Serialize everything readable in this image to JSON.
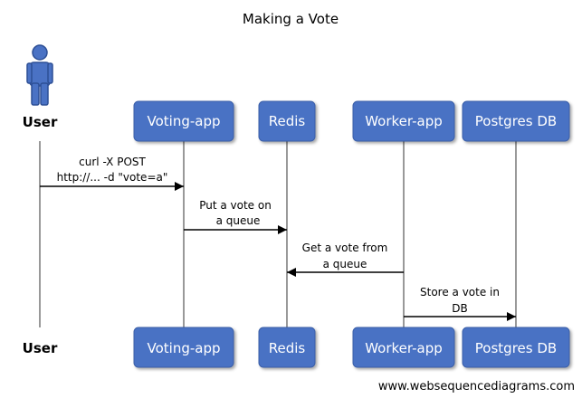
{
  "title": "Making a Vote",
  "participants": [
    {
      "id": "user",
      "label": "User",
      "kind": "actor"
    },
    {
      "id": "voting",
      "label": "Voting-app",
      "kind": "box"
    },
    {
      "id": "redis",
      "label": "Redis",
      "kind": "box"
    },
    {
      "id": "worker",
      "label": "Worker-app",
      "kind": "box"
    },
    {
      "id": "postgres",
      "label": "Postgres DB",
      "kind": "box"
    }
  ],
  "messages": [
    {
      "from": "user",
      "to": "voting",
      "lines": [
        "curl -X POST",
        "http://... -d \"vote=a\""
      ]
    },
    {
      "from": "voting",
      "to": "redis",
      "lines": [
        "Put a vote on",
        "a queue"
      ]
    },
    {
      "from": "worker",
      "to": "redis",
      "lines": [
        "Get a vote from",
        "a queue"
      ]
    },
    {
      "from": "worker",
      "to": "postgres",
      "lines": [
        "Store a vote in",
        "DB"
      ]
    }
  ],
  "credit": "www.websequencediagrams.com",
  "colors": {
    "box_fill": "#4a72c4",
    "box_stroke": "#3a5fa8",
    "lifeline": "#999999",
    "actor_fill": "#4a72c4",
    "arrow": "#000000"
  },
  "icons": {
    "actor": "person-icon"
  }
}
